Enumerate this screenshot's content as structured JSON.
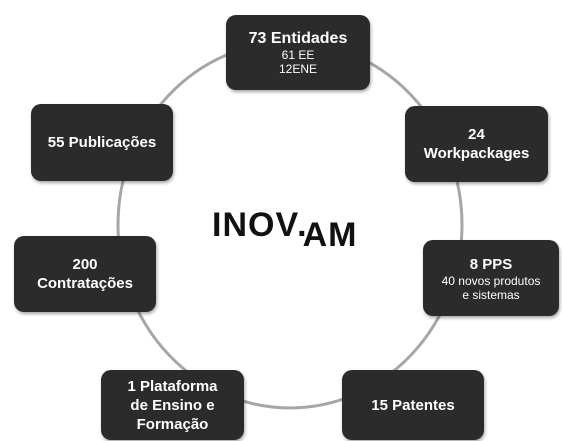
{
  "logo": {
    "part1": "INOV",
    "dot": ".",
    "part2": "AM"
  },
  "nodes": {
    "entities": {
      "main": "73 Entidades",
      "sub1": "61 EE",
      "sub2": "12ENE"
    },
    "workpackages": {
      "line1": "24",
      "line2": "Workpackages"
    },
    "pps": {
      "main": "8 PPS",
      "sub1": "40 novos produtos",
      "sub2": "e sistemas"
    },
    "patents": {
      "main": "15 Patentes"
    },
    "platform": {
      "line1": "1 Plataforma",
      "line2": "de Ensino e",
      "line3": "Formação"
    },
    "contracts": {
      "line1": "200",
      "line2": "Contratações"
    },
    "publications": {
      "main": "55 Publicações"
    }
  },
  "colors": {
    "box": "#2b2b2b",
    "ring": "#a6a6a6",
    "text": "#ffffff"
  }
}
